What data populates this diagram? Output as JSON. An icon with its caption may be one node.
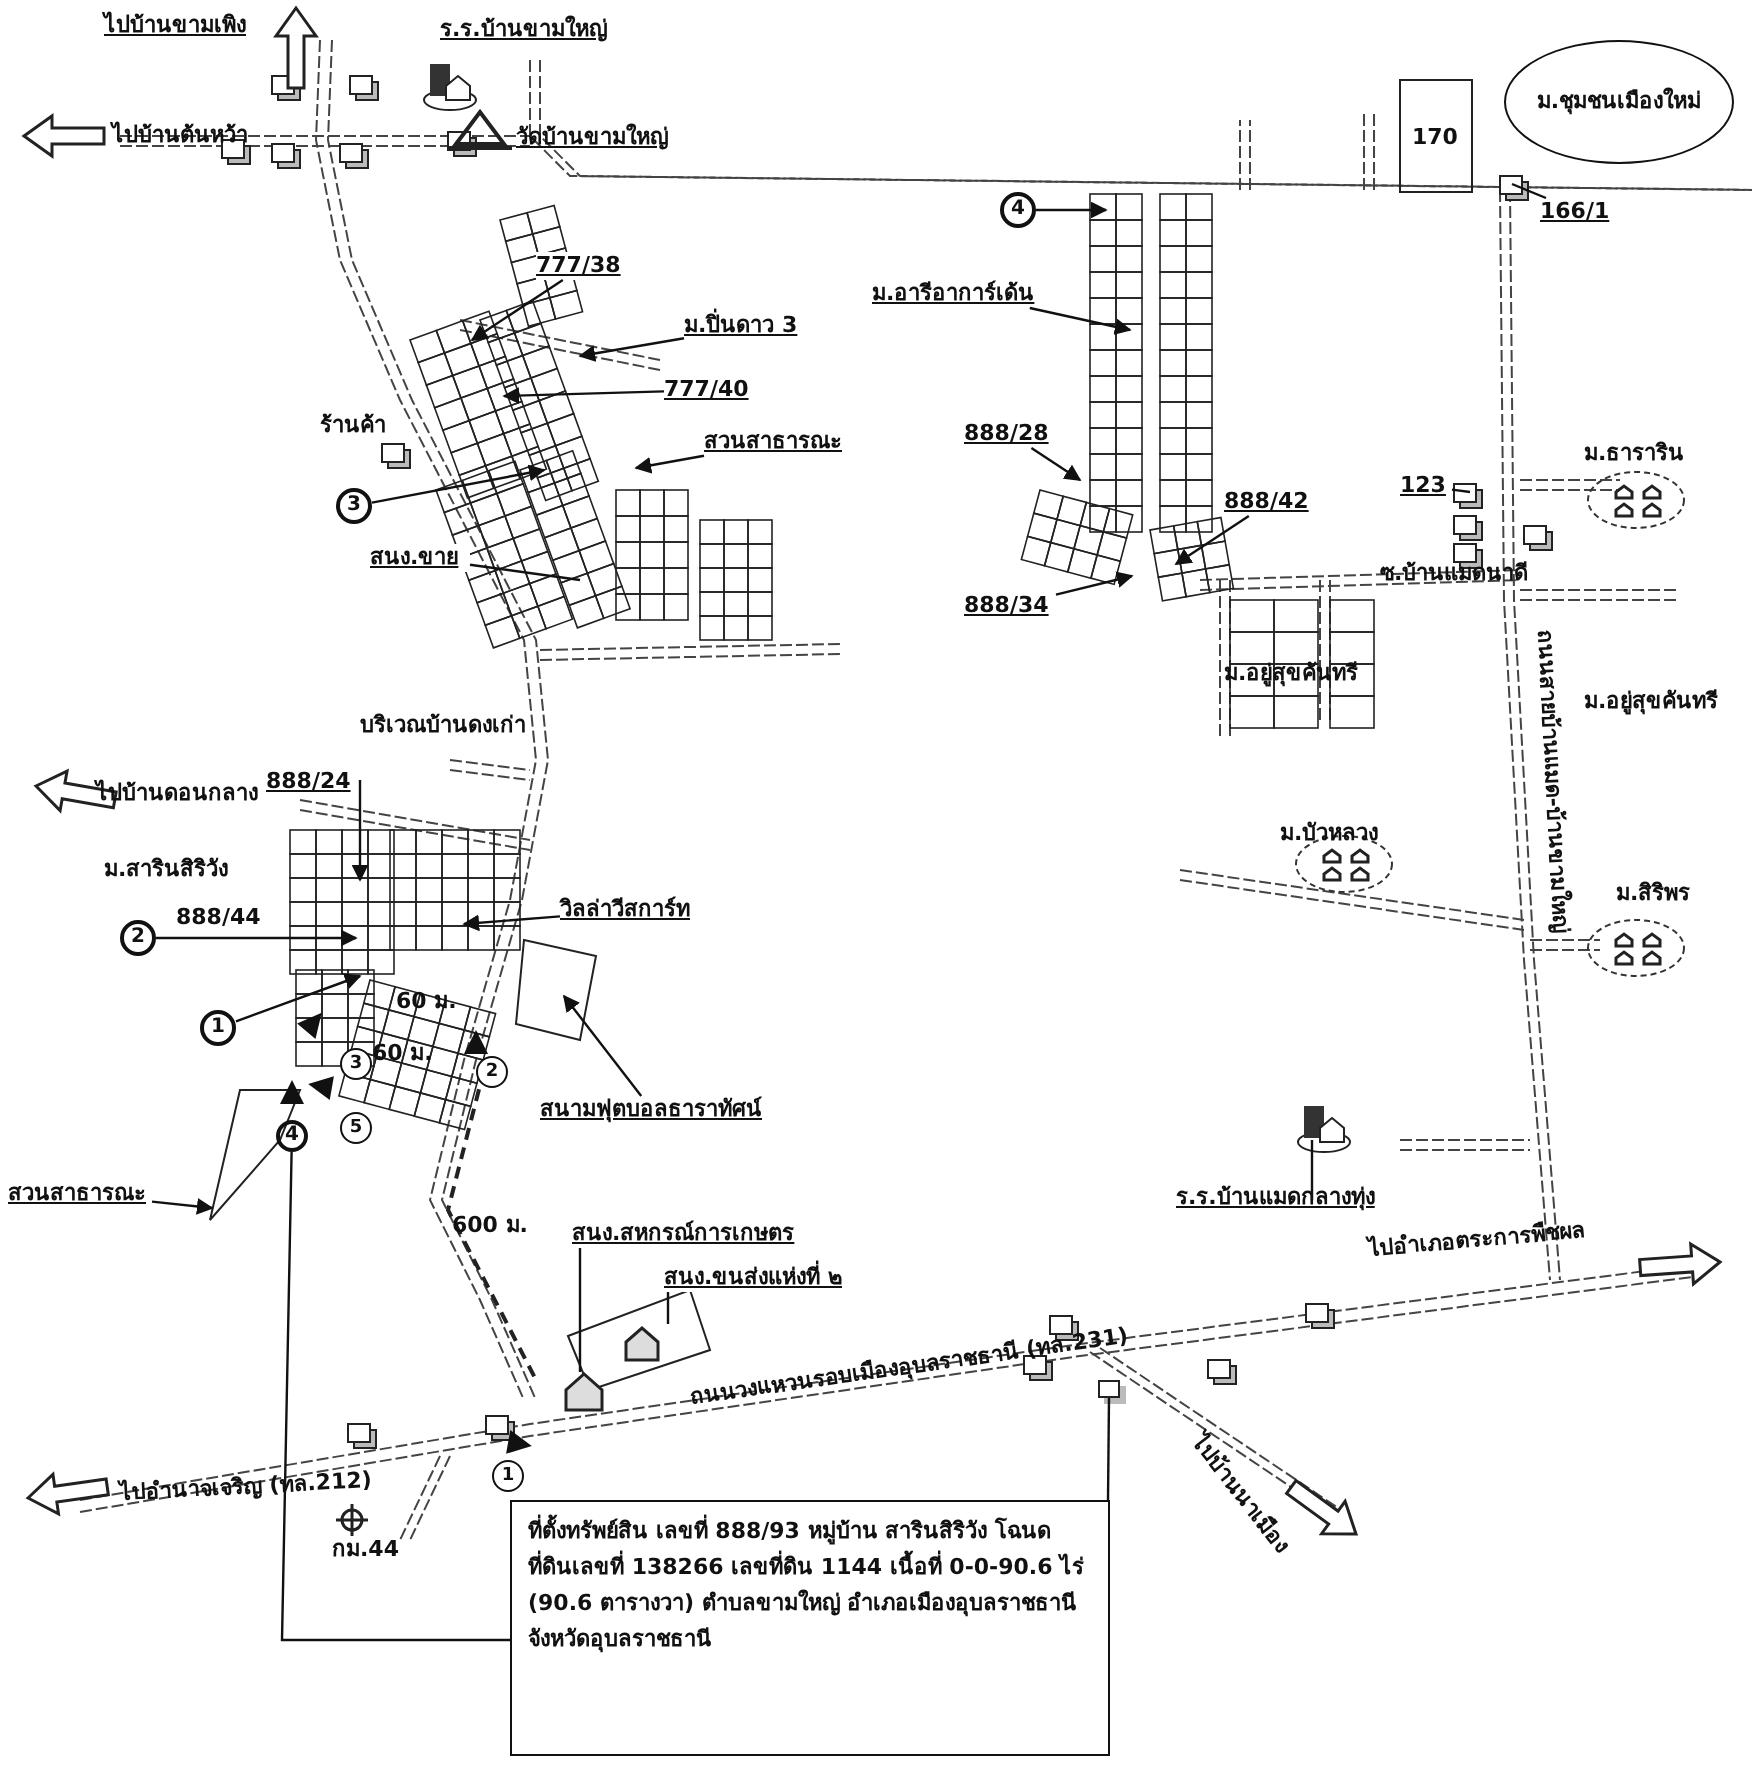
{
  "diagram": {
    "nodes": [
      {
        "text": [
          "777/38"
        ]
      },
      {
        "text": [
          "ม.ปิ่นดาว 3"
        ]
      },
      {
        "text": [
          "777/40"
        ]
      },
      {
        "text": [
          "สวนสาธารณะ"
        ]
      },
      {
        "text": [
          "3"
        ]
      },
      {
        "text": [
          "สนง.ขาย"
        ]
      },
      {
        "text": [
          "ม.ชุมชนเมืองใหม่"
        ]
      },
      {
        "text": [
          "166/1"
        ]
      },
      {
        "text": [
          "4"
        ]
      },
      {
        "text": [
          "ม.อารีอาการ์เด้น"
        ]
      },
      {
        "text": [
          "888/28"
        ]
      },
      {
        "text": [
          "888/42"
        ]
      },
      {
        "text": [
          "888/34"
        ]
      },
      {
        "text": [
          "123"
        ]
      },
      {
        "text": [
          "888/24"
        ]
      },
      {
        "text": [
          "2"
        ],
        "beside": [
          "888/44"
        ]
      },
      {
        "text": [
          "วิลล่าวีสการ์ท"
        ]
      },
      {
        "text": [
          "1"
        ]
      },
      {
        "text": [
          "สนามฟุตบอลธาราทัศน์"
        ]
      },
      {
        "text": [
          "สวนสาธารณะ"
        ]
      },
      {
        "text": [
          "สนง.สหกรณ์การเกษตร"
        ]
      },
      {
        "text": [
          "สนง.ขนส่งแห่งที่ ๒"
        ]
      },
      {
        "text": [
          "ร.ร.บ้านแมดกลางทุ่ง"
        ]
      },
      {
        "text": [
          "ที่ตั้งทรัพย์สิน เลขที่ 888/93 หมู่บ้าน สารินสิริวัง โฉนดที่ดินเลขที่ 138266 เลขที่ดิน 1144 เนื้อที่ 0-0-90.6 ไร่ (90.6 ตารางวา) ตำบลขามใหญ่ อำเภอเมืองอุบลราชธานี จังหวัดอุบลราชธานี"
        ]
      },
      {
        "text": [
          "4"
        ]
      },
      {
        "text": [],
        "shape": "box"
      }
    ],
    "edges": [
      {
        "from": 0,
        "to": null,
        "arrow": "to"
      },
      {
        "from": 1,
        "to": null,
        "arrow": "to"
      },
      {
        "from": 2,
        "to": null,
        "arrow": "to"
      },
      {
        "from": 3,
        "to": null,
        "arrow": "to"
      },
      {
        "from": 4,
        "to": null,
        "arrow": "to"
      },
      {
        "from": 5,
        "to": null,
        "arrow": "none"
      },
      {
        "from": 7,
        "to": null,
        "arrow": "none"
      },
      {
        "from": 8,
        "to": null,
        "arrow": "to"
      },
      {
        "from": 9,
        "to": null,
        "arrow": "to"
      },
      {
        "from": 10,
        "to": null,
        "arrow": "to"
      },
      {
        "from": 11,
        "to": null,
        "arrow": "to"
      },
      {
        "from": 12,
        "to": null,
        "arrow": "to"
      },
      {
        "from": 13,
        "to": null,
        "arrow": "none"
      },
      {
        "from": 14,
        "to": null,
        "arrow": "to"
      },
      {
        "from": 15,
        "to": null,
        "arrow": "to"
      },
      {
        "from": 16,
        "to": null,
        "arrow": "to"
      },
      {
        "from": 17,
        "to": null,
        "arrow": "to"
      },
      {
        "from": 18,
        "to": null,
        "arrow": "to"
      },
      {
        "from": 19,
        "to": null,
        "arrow": "to"
      },
      {
        "from": 20,
        "to": null,
        "arrow": "none"
      },
      {
        "from": 21,
        "to": null,
        "arrow": "none"
      },
      {
        "from": 22,
        "to": null,
        "arrow": "none"
      },
      {
        "from": 23,
        "to": 24,
        "arrow": "none"
      },
      {
        "from": 23,
        "to": 25,
        "arrow": "none"
      }
    ],
    "labels": [
      "ไปบ้านขามเพิง",
      "ร.ร.บ้านขามใหญ่",
      "ไปบ้านต้นหว้า",
      "วัดบ้านขามใหญ่",
      "170",
      "ร้านค้า",
      "ม.ธาราริน",
      "ซ.บ้านแมดนาดี",
      "ม.อยู่สุขคันทรี",
      "ถนนสายบ้านแมด-บ้านขามใหญ่",
      "ม.อยู่สุขคันทรี",
      "บริเวณบ้านดงเก่า",
      "ไปบ้านดอนกลาง",
      "ม.สารินสิริวัง",
      "ม.บัวหลวง",
      "ม.สิริพร",
      "60 ม.",
      "3",
      "60 ม.",
      "2",
      "5",
      "600 ม.",
      "ไปอำเภอตระการพืชผล",
      "ถนนวงแหวนรอบเมืองอุบลราชธานี (ทล.231)",
      "ไปบ้านนาเมือง",
      "1",
      "ไปอำนาจเจริญ (ทล.212)",
      "กม.44"
    ]
  }
}
